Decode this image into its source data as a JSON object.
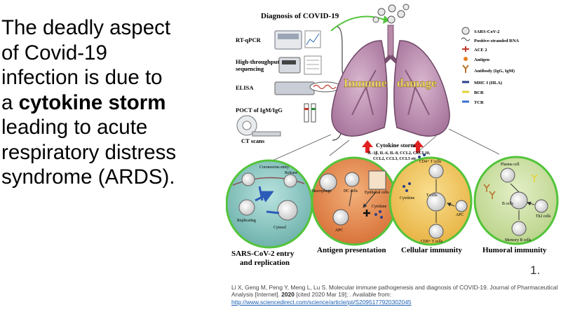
{
  "slide": {
    "line1": "The deadly aspect",
    "line2": "of Covid-19",
    "line3": "infection is due to",
    "line4_prefix": "a ",
    "line4_bold": "cytokine storm",
    "line5": "leading to acute",
    "line6": "respiratory distress",
    "line7": "syndrome (ARDS)."
  },
  "figure": {
    "diagnosis_title": "Diagnosis of COVID-19",
    "methods": [
      "RT-qPCR",
      "High-throughput",
      "sequencing",
      "ELISA",
      "POCT of IgM/IgG",
      "CT scans"
    ],
    "lung_label_left": "Immune",
    "lung_label_right": "damage",
    "legend": [
      {
        "label": "SARS-CoV-2",
        "icon": "virus-icon"
      },
      {
        "label": "Positive-stranded RNA",
        "icon": "rna-icon"
      },
      {
        "label": "ACE 2",
        "icon": "ace2-receptor-icon"
      },
      {
        "label": "Antigen",
        "icon": "antigen-icon"
      },
      {
        "label": "Antibody (IgG, IgM)",
        "icon": "antibody-icon"
      },
      {
        "label": "MHC I (HLA)",
        "icon": "mhc-icon"
      },
      {
        "label": "BCR",
        "icon": "bcr-icon"
      },
      {
        "label": "TCR",
        "icon": "tcr-icon"
      }
    ],
    "cytokine_title": "Cytokine storm",
    "cytokine_line1": "IL-1β, IL-6, IL-8, CCL2, CXCL10,",
    "cytokine_line2": "CCL2, CCL3, CCL5 etc.",
    "panel1": {
      "title1": "SARS-CoV-2 entry",
      "title2": "and replication",
      "labels": [
        "Coronavirus entry",
        "Release",
        "Replicating",
        "Cytosol"
      ]
    },
    "panel2": {
      "title": "Antigen presentation",
      "labels": [
        "Macrophage",
        "DC cells",
        "Epithelial cells",
        "APC",
        "Cytokine"
      ]
    },
    "panel3": {
      "title": "Cellular immunity",
      "labels": [
        "CD4+ T cells",
        "Cytokine",
        "T-cells",
        "APC",
        "CD8+ T cells"
      ]
    },
    "panel4": {
      "title": "Humoral immunity",
      "labels": [
        "Plasma cell",
        "B cells",
        "Th2 cells",
        "Memory B cells"
      ]
    },
    "colors": {
      "panel1": "#8ec9c4",
      "panel2": "#e58a4e",
      "panel3": "#f2c65a",
      "panel4": "#cfe0a6",
      "panel_border": "#53c43a",
      "lung": "#b98ab0",
      "arrow": "#e02020"
    }
  },
  "footnote_number": "1.",
  "citation": {
    "text_a": "Li X, Geng M, Peng Y, Meng L, Lu S. Molecular immune pathogenesis and diagnosis of COVID-19. Journal of Pharmaceutical Analysis [Internet]. ",
    "year": "2020",
    "text_b": " [cited 2020 Mar 19]; . Available from:",
    "url": "http://www.sciencedirect.com/science/article/pii/S2095177920302045"
  }
}
